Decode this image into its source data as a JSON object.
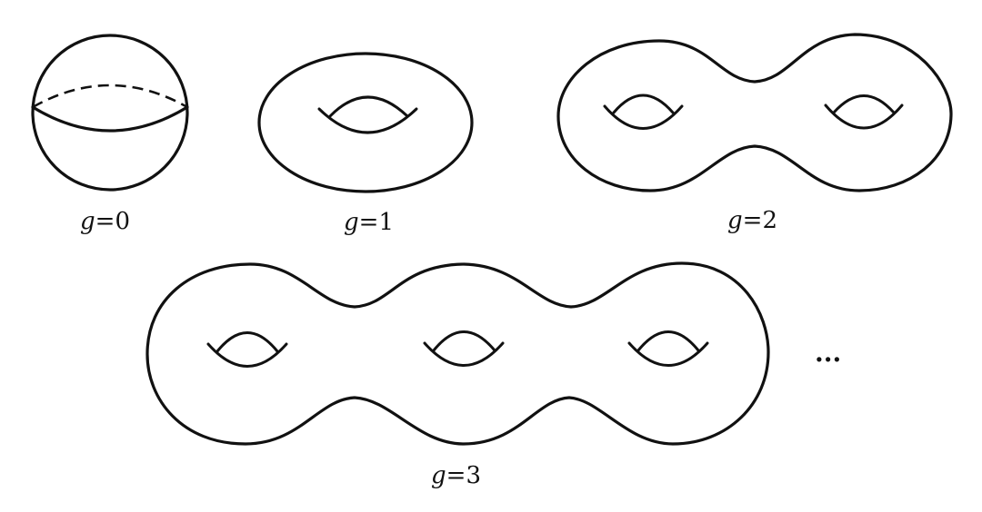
{
  "surfaces": [
    {
      "id": "genus-0",
      "label_g": "g",
      "label_rest": "=0"
    },
    {
      "id": "genus-1",
      "label_g": "g",
      "label_rest": "=1"
    },
    {
      "id": "genus-2",
      "label_g": "g",
      "label_rest": "=2"
    },
    {
      "id": "genus-3",
      "label_g": "g",
      "label_rest": "=3"
    }
  ],
  "continuation": "..."
}
